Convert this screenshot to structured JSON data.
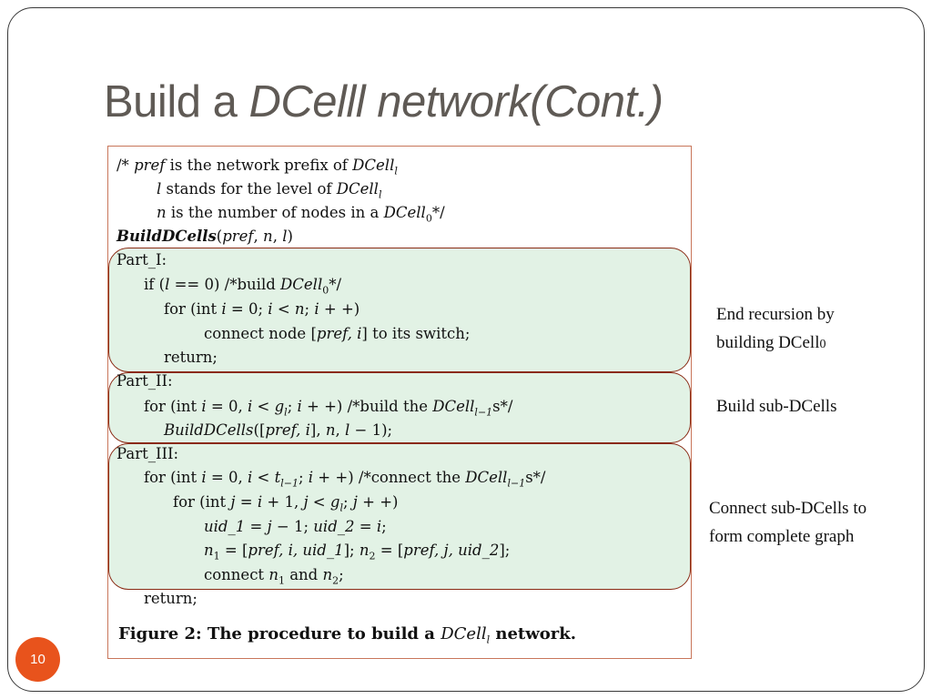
{
  "title": {
    "prefix": "Build a ",
    "italic": "DCelll network(Cont.)"
  },
  "code": {
    "l1": {
      "a": "/* ",
      "b": "pref",
      "c": " is the network prefix of ",
      "d": "DCell",
      "e": "l"
    },
    "l2": {
      "a": "l",
      "b": " stands for the level of ",
      "c": "DCell",
      "d": "l"
    },
    "l3": {
      "a": "n",
      "b": " is the number of nodes in a ",
      "c": "DCell",
      "d": "0",
      "e": "*/"
    },
    "l4": {
      "a": "BuildDCells",
      "b": "(",
      "c": "pref",
      "d": ", ",
      "e": "n",
      "f": ", ",
      "g": "l",
      "h": ")"
    },
    "l5": "Part_I:",
    "l6": {
      "a": "if (",
      "b": "l",
      "c": " == 0) /*build ",
      "d": "DCell",
      "e": "0",
      "f": "*/"
    },
    "l7": {
      "a": "for (int ",
      "b": "i",
      "c": " = 0; ",
      "d": "i",
      "e": " < ",
      "f": "n",
      "g": "; ",
      "h": "i",
      "k": " + +)"
    },
    "l8": {
      "a": "connect node [",
      "b": "pref, i",
      "c": "] to its switch;"
    },
    "l9": "return;",
    "l10": "Part_II:",
    "l11": {
      "a": "for (int ",
      "b": "i",
      "c": " = 0, ",
      "d": "i",
      "e": " < ",
      "f": "g",
      "g": "l",
      "h": "; ",
      "k": "i",
      "m": " + +) /*build the ",
      "n": "DCell",
      "o": "l−1",
      "p": "s*/"
    },
    "l12": {
      "a": "BuildDCells",
      "b": "([",
      "c": "pref, i",
      "d": "], ",
      "e": "n",
      "f": ", ",
      "g": "l",
      "h": " − 1);"
    },
    "l13": "Part_III:",
    "l14": {
      "a": "for (int ",
      "b": "i",
      "c": " = 0, ",
      "d": "i",
      "e": " < ",
      "f": "t",
      "g": "l−1",
      "h": "; ",
      "k": "i",
      "m": " + +) /*connect the ",
      "n": "DCell",
      "o": "l−1",
      "p": "s*/"
    },
    "l15": {
      "a": "for (int ",
      "b": "j",
      "c": " = ",
      "d": "i",
      "e": " + 1, ",
      "f": "j",
      "g": " < ",
      "h": "g",
      "k": "l",
      "m": "; ",
      "n": "j",
      "o": " + +)"
    },
    "l16": {
      "a": "uid_1",
      "b": " = ",
      "c": "j",
      "d": " − 1; ",
      "e": "uid_2",
      "f": " = ",
      "g": "i",
      "h": ";"
    },
    "l17": {
      "a": "n",
      "b": "1",
      "c": " = [",
      "d": "pref, i, uid_1",
      "e": "]; ",
      "f": "n",
      "g": "2",
      "h": " = [",
      "k": "pref, j, uid_2",
      "m": "];"
    },
    "l18": {
      "a": "connect ",
      "b": "n",
      "c": "1",
      "d": " and ",
      "e": "n",
      "f": "2",
      "g": ";"
    },
    "l19": "return;"
  },
  "caption": {
    "a": "Figure 2:  The procedure to build a ",
    "b": "DCell",
    "c": "l",
    "d": " network."
  },
  "notes": {
    "part1": [
      "End recursion by",
      "building DCell",
      "0"
    ],
    "part2": "Build sub-DCells",
    "part3": [
      "Connect sub-DCells to",
      "form complete graph"
    ]
  },
  "page_number": "10"
}
